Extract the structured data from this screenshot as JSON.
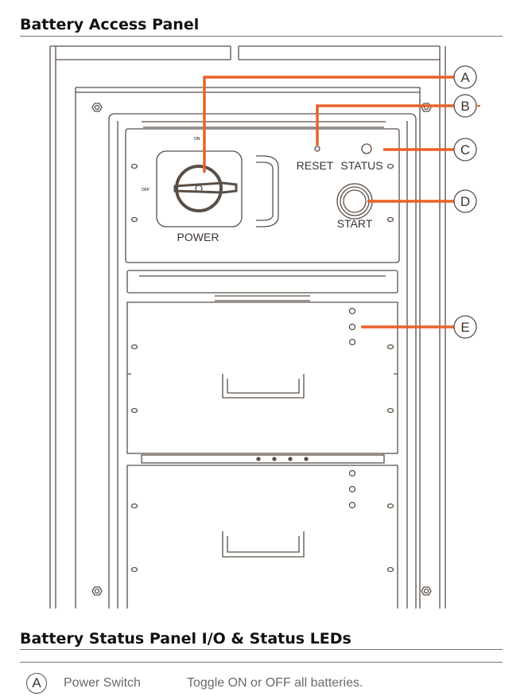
{
  "header": {
    "title": "Battery Access Panel"
  },
  "diagram": {
    "labels": {
      "power": "POWER",
      "reset": "RESET",
      "status": "STATUS",
      "start": "START",
      "on": "ON",
      "off": "OFF"
    },
    "callouts": [
      "A",
      "B",
      "C",
      "D",
      "E"
    ],
    "colors": {
      "callout_line": "#e8622a",
      "outline": "#5a4f47"
    }
  },
  "section": {
    "title": "Battery Status Panel I/O & Status LEDs",
    "rows": [
      {
        "letter": "A",
        "name": "Power Switch",
        "description": "Toggle ON or OFF all batteries."
      }
    ]
  }
}
